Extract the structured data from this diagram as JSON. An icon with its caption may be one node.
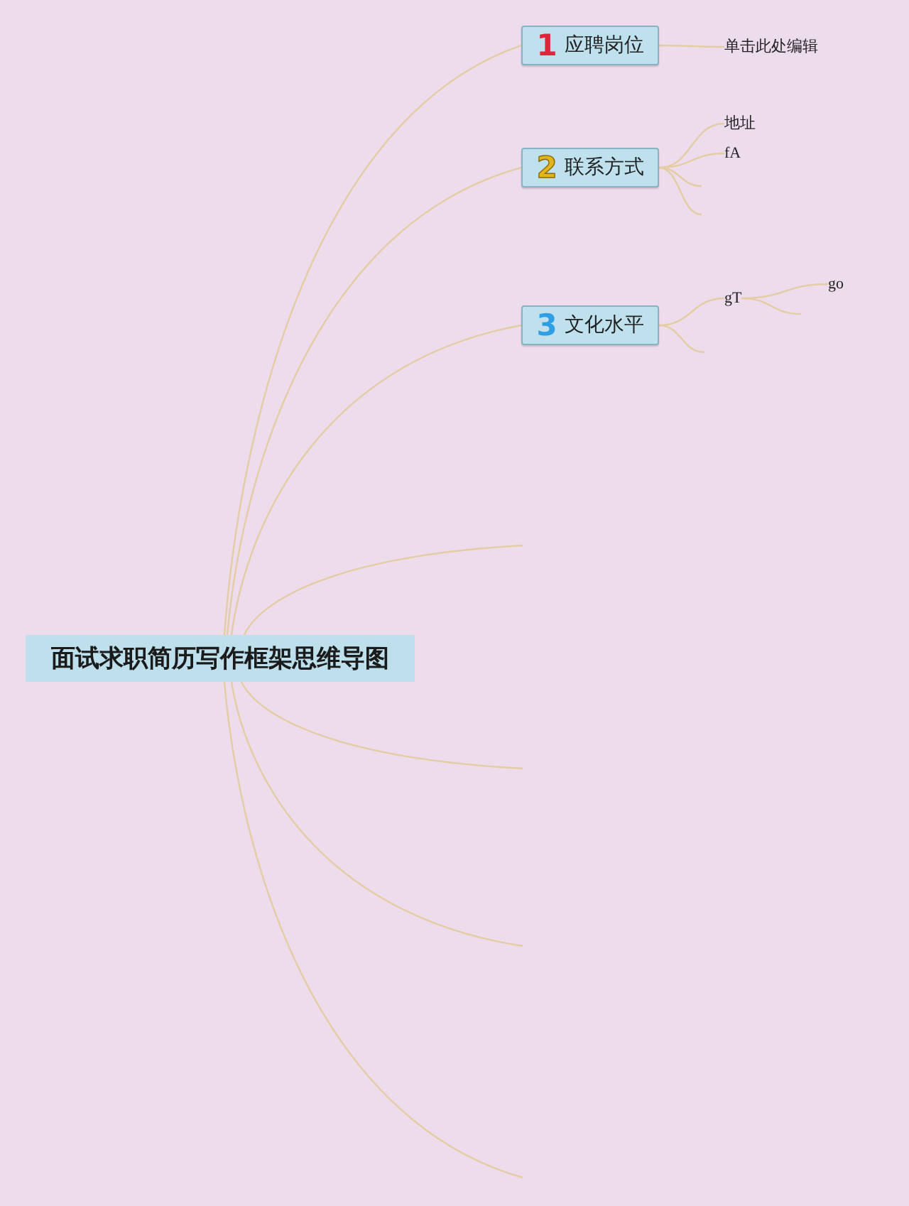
{
  "diagram": {
    "nodes": [
      {
        "text": [
          "面试求职简历写作框架思维导图"
        ]
      },
      {
        "text": [
          "1",
          "应聘岗位"
        ]
      },
      {
        "text": [
          "单击此处编辑"
        ]
      },
      {
        "text": [
          "2",
          "联系方式"
        ]
      },
      {
        "text": [
          "地址"
        ]
      },
      {
        "text": [
          "fA"
        ]
      },
      {
        "text": [
          "3",
          "文化水平"
        ]
      },
      {
        "text": [
          "gT"
        ]
      },
      {
        "text": [
          "go"
        ]
      }
    ],
    "edges": [
      {
        "from": 0,
        "to": 1,
        "arrow": "none"
      },
      {
        "from": 0,
        "to": 3,
        "arrow": "none"
      },
      {
        "from": 0,
        "to": 6,
        "arrow": "none"
      },
      {
        "from": 0,
        "to": null,
        "arrow": "none"
      },
      {
        "from": 0,
        "to": null,
        "arrow": "none"
      },
      {
        "from": 0,
        "to": null,
        "arrow": "none"
      },
      {
        "from": 0,
        "to": null,
        "arrow": "none"
      },
      {
        "from": 1,
        "to": 2,
        "arrow": "none"
      },
      {
        "from": 3,
        "to": 4,
        "arrow": "none"
      },
      {
        "from": 3,
        "to": 5,
        "arrow": "none"
      },
      {
        "from": 3,
        "to": null,
        "arrow": "none"
      },
      {
        "from": 3,
        "to": null,
        "arrow": "none"
      },
      {
        "from": 6,
        "to": 7,
        "arrow": "none"
      },
      {
        "from": 6,
        "to": null,
        "arrow": "none"
      },
      {
        "from": 7,
        "to": 8,
        "arrow": "none"
      },
      {
        "from": 7,
        "to": null,
        "arrow": "none"
      }
    ]
  }
}
